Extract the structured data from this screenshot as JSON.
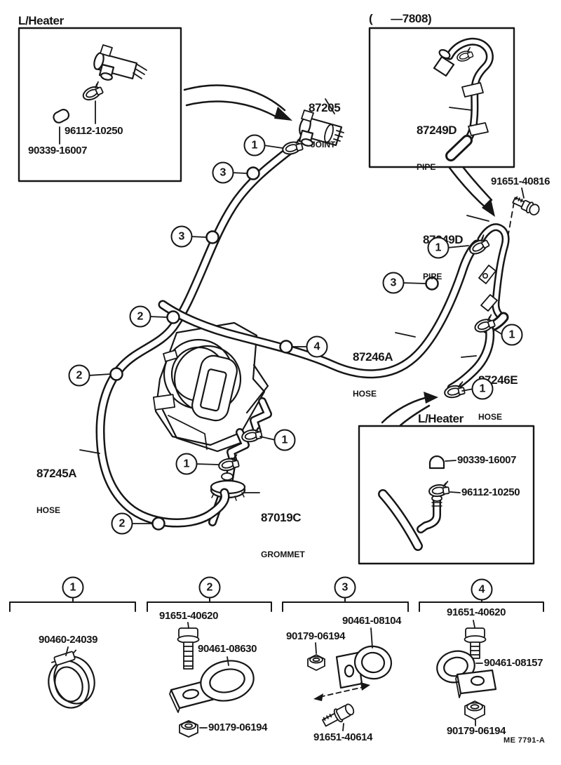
{
  "page": {
    "footer_code": "ME 7791-A"
  },
  "callout_numbers": {
    "n1": "1",
    "n2": "2",
    "n3": "3",
    "n4": "4"
  },
  "insets": {
    "top_left": {
      "title": "L/Heater",
      "clamp_part": "96112-10250",
      "cap_part": "90339-16007"
    },
    "top_right": {
      "title": "(      —7808)",
      "pipe_number": "87249D",
      "pipe_name": "PIPE"
    },
    "bottom_right": {
      "title": "L/Heater",
      "cap_part": "90339-16007",
      "clamp_part": "96112-10250"
    }
  },
  "parts": {
    "joint_number": "87205",
    "joint_name": "JOINT",
    "pipe_number": "87249D",
    "pipe_name": "PIPE",
    "bolt_number": "91651-40816",
    "hose_a_number": "87246A",
    "hose_a_name": "HOSE",
    "hose_e_number": "87246E",
    "hose_e_name": "HOSE",
    "hose_left_number": "87245A",
    "hose_left_name": "HOSE",
    "grommet_number": "87019C",
    "grommet_name": "GROMMET"
  },
  "legend": {
    "group1": {
      "id": "1",
      "part1": "90460-24039"
    },
    "group2": {
      "id": "2",
      "part1": "91651-40620",
      "part2": "90461-08630",
      "part3": "90179-06194"
    },
    "group3": {
      "id": "3",
      "part1": "90461-08104",
      "part2": "90179-06194",
      "part3": "91651-40614"
    },
    "group4": {
      "id": "4",
      "part1": "91651-40620",
      "part2": "90461-08157",
      "part3": "90179-06194"
    }
  }
}
